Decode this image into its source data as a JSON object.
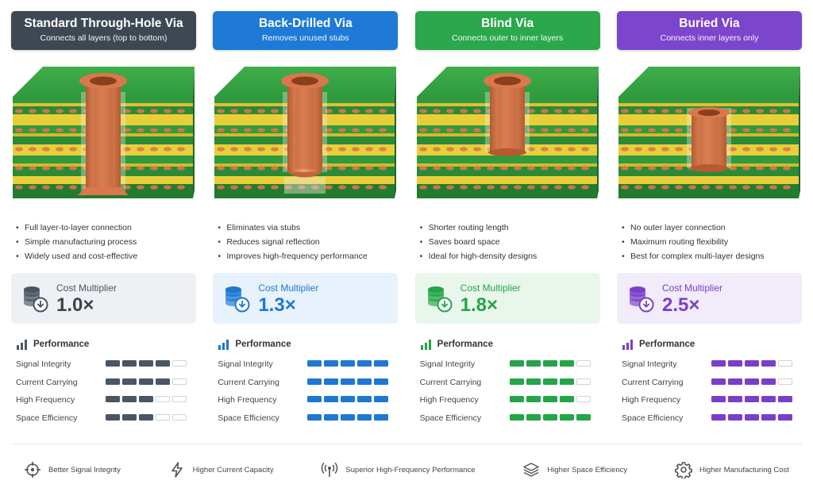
{
  "columns": [
    {
      "id": "standard",
      "title": "Standard Through-Hole Via",
      "subtitle": "Connects all layers (top to bottom)",
      "accent": "#4a5663",
      "header_bg": "#3d4852",
      "cost_bg": "#eef0f3",
      "via_type": "through",
      "bullets": [
        "Full layer-to-layer connection",
        "Simple manufacturing process",
        "Widely used and cost-effective"
      ],
      "cost_label": "Cost Multiplier",
      "cost_value": "1.0×",
      "performance_label": "Performance",
      "metrics": [
        {
          "name": "Signal Integrity",
          "score": 4
        },
        {
          "name": "Current Carrying",
          "score": 4
        },
        {
          "name": "High Frequency",
          "score": 3
        },
        {
          "name": "Space Efficiency",
          "score": 3
        }
      ]
    },
    {
      "id": "back-drilled",
      "title": "Back-Drilled Via",
      "subtitle": "Removes unused stubs",
      "accent": "#1e78d2",
      "header_bg": "#1e7ad6",
      "cost_bg": "#e8f2fc",
      "via_type": "backdrilled",
      "bullets": [
        "Eliminates via stubs",
        "Reduces signal reflection",
        "Improves high-frequency performance"
      ],
      "cost_label": "Cost Multiplier",
      "cost_value": "1.3×",
      "performance_label": "Performance",
      "metrics": [
        {
          "name": "Signal Integrity",
          "score": 5
        },
        {
          "name": "Current Carrying",
          "score": 5
        },
        {
          "name": "High Frequency",
          "score": 5
        },
        {
          "name": "Space Efficiency",
          "score": 5
        }
      ]
    },
    {
      "id": "blind",
      "title": "Blind Via",
      "subtitle": "Connects outer to inner layers",
      "accent": "#23a548",
      "header_bg": "#2aa84b",
      "cost_bg": "#e9f6ec",
      "via_type": "blind",
      "bullets": [
        "Shorter routing length",
        "Saves board space",
        "Ideal for high-density designs"
      ],
      "cost_label": "Cost Multiplier",
      "cost_value": "1.8×",
      "performance_label": "Performance",
      "metrics": [
        {
          "name": "Signal Integrity",
          "score": 4
        },
        {
          "name": "Current Carrying",
          "score": 4
        },
        {
          "name": "High Frequency",
          "score": 4
        },
        {
          "name": "Space Efficiency",
          "score": 5
        }
      ]
    },
    {
      "id": "buried",
      "title": "Buried Via",
      "subtitle": "Connects inner layers only",
      "accent": "#7a3fc8",
      "header_bg": "#7b46cc",
      "cost_bg": "#f1ebfa",
      "via_type": "buried",
      "bullets": [
        "No outer layer connection",
        "Maximum routing flexibility",
        "Best for complex multi-layer designs"
      ],
      "cost_label": "Cost Multiplier",
      "cost_value": "2.5×",
      "performance_label": "Performance",
      "metrics": [
        {
          "name": "Signal Integrity",
          "score": 4
        },
        {
          "name": "Current Carrying",
          "score": 4
        },
        {
          "name": "High Frequency",
          "score": 5
        },
        {
          "name": "Space Efficiency",
          "score": 5
        }
      ]
    }
  ],
  "legend": [
    {
      "icon": "crosshair-icon",
      "label": "Better Signal Integrity"
    },
    {
      "icon": "lightning-icon",
      "label": "Higher Current Capacity"
    },
    {
      "icon": "antenna-icon",
      "label": "Superior High-Frequency Performance"
    },
    {
      "icon": "layers-icon",
      "label": "Higher Space Efficiency"
    },
    {
      "icon": "gear-icon",
      "label": "Higher Manufacturing Cost"
    }
  ],
  "colors": {
    "board_green": "#2f9a3e",
    "board_green_dark": "#237a30",
    "core_yellow": "#e8cf3a",
    "copper": "#d9784a",
    "copper_dark": "#b65a30"
  }
}
